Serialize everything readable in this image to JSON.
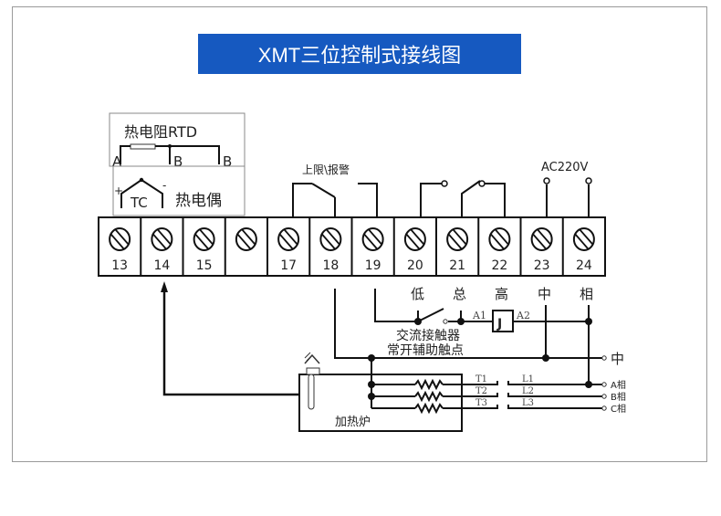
{
  "title": "XMT三位控制式接线图",
  "colors": {
    "title_bg": "#1659c0",
    "title_text": "#ffffff",
    "line": "#111111",
    "frame": "#9a9a9a"
  },
  "sensor_box": {
    "rtd_label": "热电阻RTD",
    "rtd_terminals": [
      "A",
      "B",
      "B"
    ],
    "tc_symbol": "TC",
    "tc_plus": "+",
    "tc_minus": "-",
    "tc_label": "热电偶"
  },
  "terminals": [
    {
      "number": "13"
    },
    {
      "number": "14"
    },
    {
      "number": "15"
    },
    {
      "number": ""
    },
    {
      "number": "17"
    },
    {
      "number": "18"
    },
    {
      "number": "19"
    },
    {
      "number": "20"
    },
    {
      "number": "21"
    },
    {
      "number": "22"
    },
    {
      "number": "23"
    },
    {
      "number": "24"
    }
  ],
  "top_labels": {
    "alarm": "上限\\报警",
    "power": "AC220V"
  },
  "output_labels": {
    "low": "低",
    "common": "总",
    "high": "高",
    "neutral": "中",
    "phase": "相"
  },
  "contactor": {
    "coil": "J",
    "a1": "A1",
    "a2": "A2",
    "aux_contact_line1": "交流接触器",
    "aux_contact_line2": "常开辅助触点"
  },
  "furnace": {
    "label": "加热炉",
    "t_labels": [
      "T1",
      "T2",
      "T3"
    ],
    "l_labels": [
      "L1",
      "L2",
      "L3"
    ]
  },
  "supply": {
    "neutral": "中",
    "phases": [
      "A相",
      "B相",
      "C相"
    ]
  }
}
